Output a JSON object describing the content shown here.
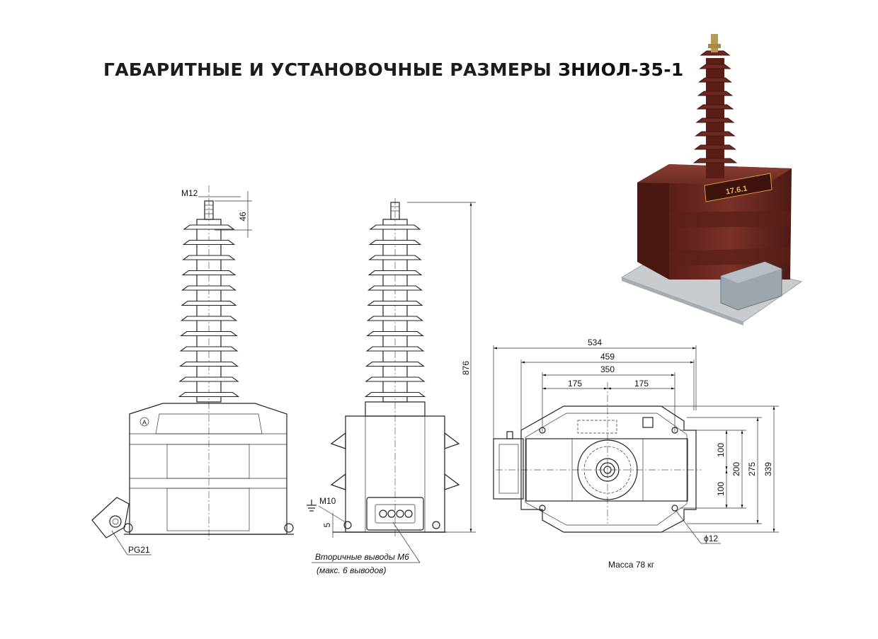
{
  "title": {
    "main": "ГАБАРИТНЫЕ И УСТАНОВОЧНЫЕ РАЗМЕРЫ",
    "model": "ЗНИОЛ-35-1"
  },
  "front_view": {
    "thread_label": "M12",
    "dim_top": "46",
    "marker": "A",
    "gland_label": "PG21"
  },
  "side_view": {
    "height_dim": "876",
    "ground_label": "M10",
    "ground_dim": "5",
    "terminals_note_1": "Вторичные выводы М6",
    "terminals_note_2": "(макс. 6 выводов)"
  },
  "plan_view": {
    "dim_534": "534",
    "dim_459": "459",
    "dim_350": "350",
    "dim_175_left": "175",
    "dim_175_right": "175",
    "dim_100_top": "100",
    "dim_100_bottom": "100",
    "dim_200": "200",
    "dim_275": "275",
    "dim_339": "339",
    "hole_dim": "ϕ12",
    "mass": "Масса 78 кг"
  },
  "photo": {
    "plate_text": "17.6.1"
  },
  "colors": {
    "body_brown": "#6e2a22",
    "body_dark": "#4a1812",
    "base_plate": "#c9ccce",
    "box_grey": "#9ea6ad"
  }
}
